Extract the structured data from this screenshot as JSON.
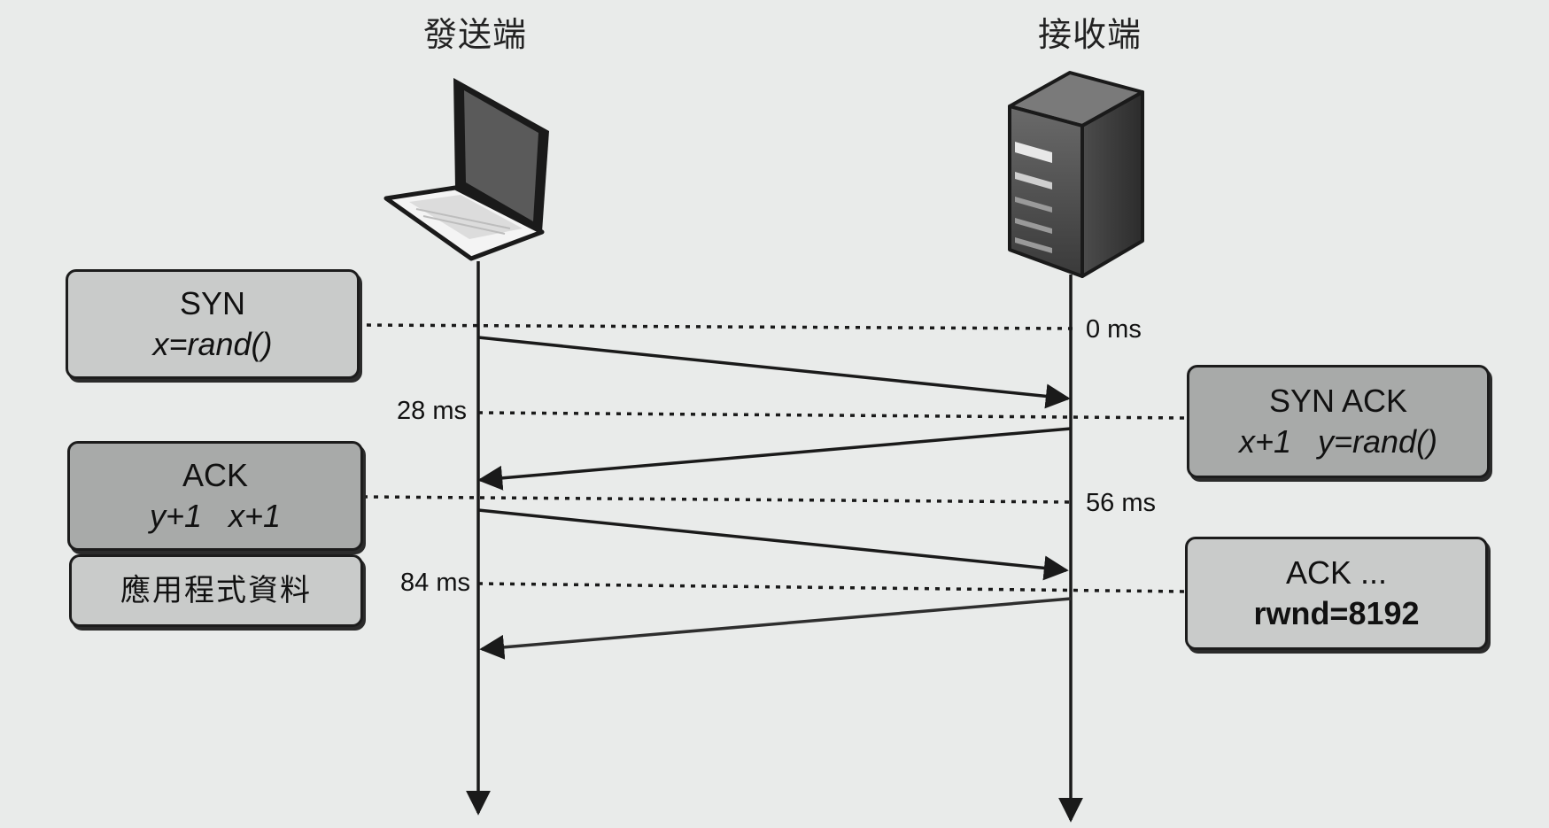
{
  "parties": {
    "sender": "發送端",
    "receiver": "接收端"
  },
  "messages": {
    "syn": {
      "line1": "SYN",
      "line2": "x=rand()"
    },
    "syn_ack": {
      "line1": "SYN ACK",
      "line2": "x+1   y=rand()"
    },
    "ack": {
      "line1": "ACK",
      "line2": "y+1   x+1"
    },
    "app_data": "應用程式資料",
    "ack_rwnd": {
      "line1": "ACK ...",
      "line2": "rwnd=8192"
    }
  },
  "timestamps": {
    "t0": "0 ms",
    "t28": "28 ms",
    "t56": "56 ms",
    "t84": "84 ms"
  },
  "colors": {
    "box_light": "#c9cbca",
    "box_dark": "#a8aaa9",
    "line": "#1a1a1a"
  }
}
